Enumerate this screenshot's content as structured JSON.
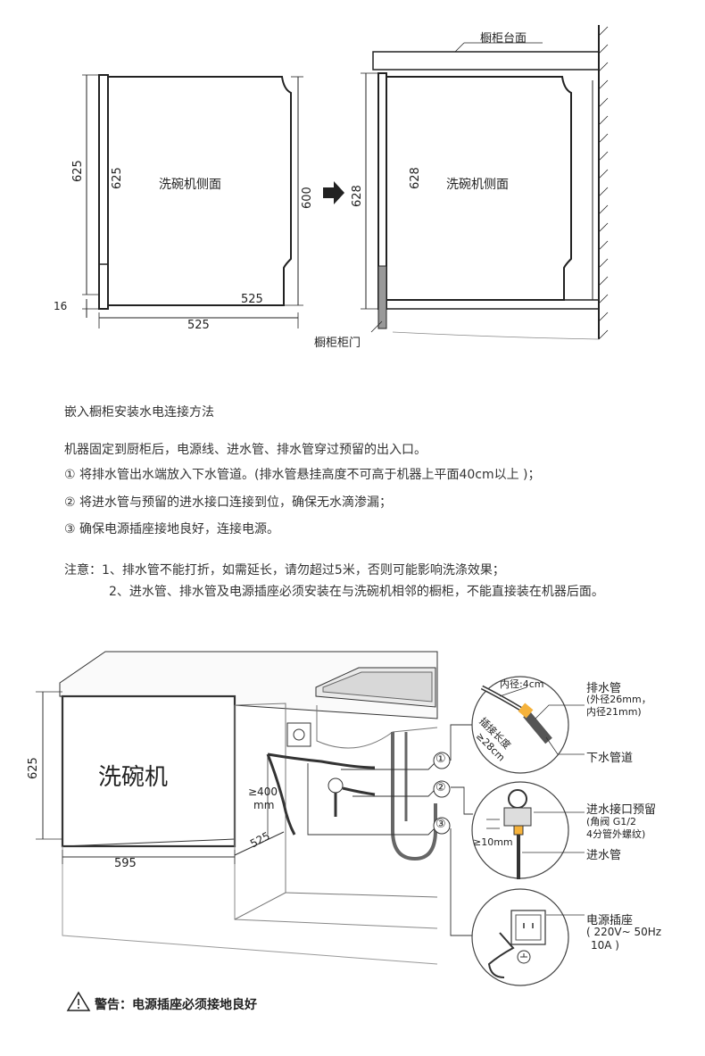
{
  "top_diagram": {
    "left": {
      "height_outer": "625",
      "height_inner": "625",
      "height_back": "600",
      "gap_bottom": "16",
      "depth_inner": "525",
      "depth_bottom": "525",
      "side_label": "洗碗机侧面"
    },
    "right": {
      "counter_label": "橱柜台面",
      "height_inner": "628",
      "height_outer": "628",
      "side_label": "洗碗机侧面",
      "door_label": "橱柜柜门"
    }
  },
  "instructions": {
    "heading": "嵌入橱柜安装水电连接方法",
    "intro": "机器固定到厨柜后，电源线、进水管、排水管穿过预留的出入口。",
    "steps": [
      "① 将排水管出水端放入下水管道。(排水管悬挂高度不可高于机器上平面40cm以上 )；",
      "② 将进水管与预留的进水接口连接到位，确保无水滴渗漏；",
      "③ 确保电源插座接地良好，连接电源。"
    ],
    "note_1": "注意：1、排水管不能打折，如需延长，请勿超过5米，否则可能影响洗涤效果；",
    "note_2": "2、进水管、排水管及电源插座必须安装在与洗碗机相邻的橱柜，不能直接装在机器后面。"
  },
  "bottom_diagram": {
    "machine_label": "洗碗机",
    "height": "625",
    "width": "595",
    "depth": "525",
    "hang_height_value": "≥400",
    "hang_height_unit": "mm",
    "callout_nums": [
      "①",
      "②",
      "③"
    ],
    "drain": {
      "inner_dia": "内径:4cm",
      "insert_len_1": "插接长度",
      "insert_len_2": "≥28cm",
      "pipe_label": "排水管",
      "pipe_outer": "(外径26mm，",
      "pipe_inner": "内径21mm)",
      "sewer_label": "下水管道"
    },
    "inlet": {
      "gap": "≥10mm",
      "port_label": "进水接口预留",
      "port_spec_1": "(角阀 G1/2",
      "port_spec_2": "4分管外螺纹)",
      "hose_label": "进水管"
    },
    "power": {
      "label": "电源插座",
      "spec_1": "( 220V~ 50Hz",
      "spec_2": "10A )"
    },
    "warning": "警告：电源插座必须接地良好"
  }
}
